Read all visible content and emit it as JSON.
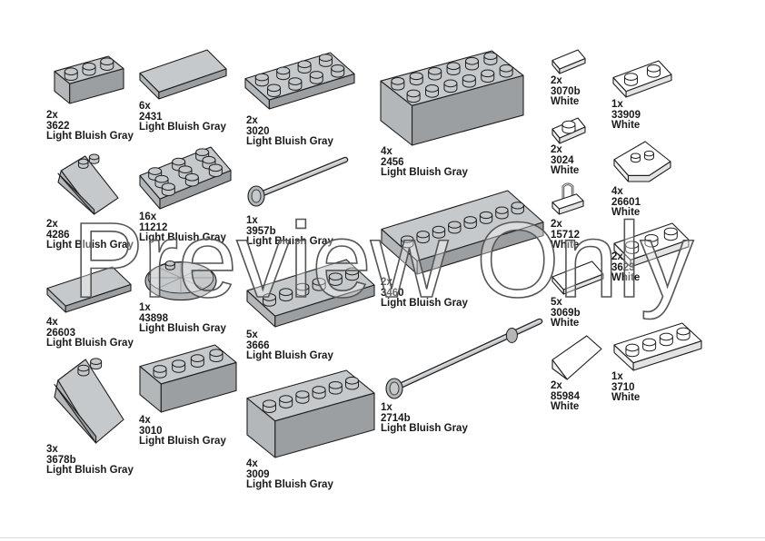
{
  "watermark": "Preview Only",
  "colors": {
    "gray_fill": "#b4b7ba",
    "gray_top": "#c6c9cc",
    "gray_side": "#9c9fa2",
    "white_fill": "#ffffff",
    "outline": "#1e1e1e"
  },
  "parts": [
    {
      "id": "p1",
      "qty": "2x",
      "num": "3622",
      "color": "Light Bluish Gray",
      "shape": "brick",
      "paint": "gray",
      "icon": "brick-1x3-icon"
    },
    {
      "id": "p2",
      "qty": "6x",
      "num": "2431",
      "color": "Light Bluish Gray",
      "shape": "tile",
      "paint": "gray",
      "icon": "tile-1x4-icon"
    },
    {
      "id": "p3",
      "qty": "2x",
      "num": "3020",
      "color": "Light Bluish Gray",
      "shape": "plate",
      "paint": "gray",
      "icon": "plate-2x4-icon"
    },
    {
      "id": "p4",
      "qty": "4x",
      "num": "2456",
      "color": "Light Bluish Gray",
      "shape": "brick",
      "paint": "gray",
      "icon": "brick-2x6-icon"
    },
    {
      "id": "p5",
      "qty": "2x",
      "num": "3070b",
      "color": "White",
      "shape": "tile",
      "paint": "white",
      "icon": "tile-1x1-icon"
    },
    {
      "id": "p6",
      "qty": "1x",
      "num": "33909",
      "color": "White",
      "shape": "plate",
      "paint": "white",
      "icon": "tile-2x2-corner-icon"
    },
    {
      "id": "p7",
      "qty": "2x",
      "num": "4286",
      "color": "Light Bluish Gray",
      "shape": "slope",
      "paint": "gray",
      "icon": "slope-33-icon"
    },
    {
      "id": "p8",
      "qty": "16x",
      "num": "11212",
      "color": "Light Bluish Gray",
      "shape": "plate",
      "paint": "gray",
      "icon": "plate-3x3-icon"
    },
    {
      "id": "p9",
      "qty": "1x",
      "num": "3957b",
      "color": "Light Bluish Gray",
      "shape": "antenna",
      "paint": "gray",
      "icon": "antenna-icon"
    },
    {
      "id": "p10",
      "qty": "2x",
      "num": "3024",
      "color": "White",
      "shape": "plate",
      "paint": "white",
      "icon": "plate-1x1-icon"
    },
    {
      "id": "p11",
      "qty": "4x",
      "num": "26601",
      "color": "White",
      "shape": "wedge",
      "paint": "white",
      "icon": "wedge-plate-icon"
    },
    {
      "id": "p12",
      "qty": "2x",
      "num": "15712",
      "color": "White",
      "shape": "clip",
      "paint": "white",
      "icon": "tile-clip-icon"
    },
    {
      "id": "p13",
      "qty": "2x",
      "num": "3460",
      "color": "Light Bluish Gray",
      "shape": "plate",
      "paint": "gray",
      "icon": "plate-1x8-icon"
    },
    {
      "id": "p14",
      "qty": "4x",
      "num": "26603",
      "color": "Light Bluish Gray",
      "shape": "tile",
      "paint": "gray",
      "icon": "tile-2x3-icon"
    },
    {
      "id": "p15",
      "qty": "1x",
      "num": "43898",
      "color": "Light Bluish Gray",
      "shape": "dish",
      "paint": "gray",
      "icon": "dish-icon"
    },
    {
      "id": "p16",
      "qty": "5x",
      "num": "3666",
      "color": "Light Bluish Gray",
      "shape": "plate",
      "paint": "gray",
      "icon": "plate-1x6-icon"
    },
    {
      "id": "p17",
      "qty": "2x",
      "num": "3623",
      "color": "White",
      "shape": "plate",
      "paint": "white",
      "icon": "plate-1x3-icon"
    },
    {
      "id": "p18",
      "qty": "5x",
      "num": "3069b",
      "color": "White",
      "shape": "tile",
      "paint": "white",
      "icon": "tile-1x2-icon"
    },
    {
      "id": "p19",
      "qty": "3x",
      "num": "3678b",
      "color": "Light Bluish Gray",
      "shape": "slope",
      "paint": "gray",
      "icon": "slope-65-icon"
    },
    {
      "id": "p20",
      "qty": "4x",
      "num": "3010",
      "color": "Light Bluish Gray",
      "shape": "brick",
      "paint": "gray",
      "icon": "brick-1x4-icon"
    },
    {
      "id": "p21",
      "qty": "4x",
      "num": "3009",
      "color": "Light Bluish Gray",
      "shape": "brick",
      "paint": "gray",
      "icon": "brick-1x6-icon"
    },
    {
      "id": "p22",
      "qty": "1x",
      "num": "2714b",
      "color": "Light Bluish Gray",
      "shape": "antenna",
      "paint": "gray",
      "icon": "antenna-long-icon"
    },
    {
      "id": "p23",
      "qty": "2x",
      "num": "85984",
      "color": "White",
      "shape": "slope",
      "paint": "white",
      "icon": "slope-1x2-icon"
    },
    {
      "id": "p24",
      "qty": "1x",
      "num": "3710",
      "color": "White",
      "shape": "plate",
      "paint": "white",
      "icon": "plate-1x4-icon"
    }
  ]
}
